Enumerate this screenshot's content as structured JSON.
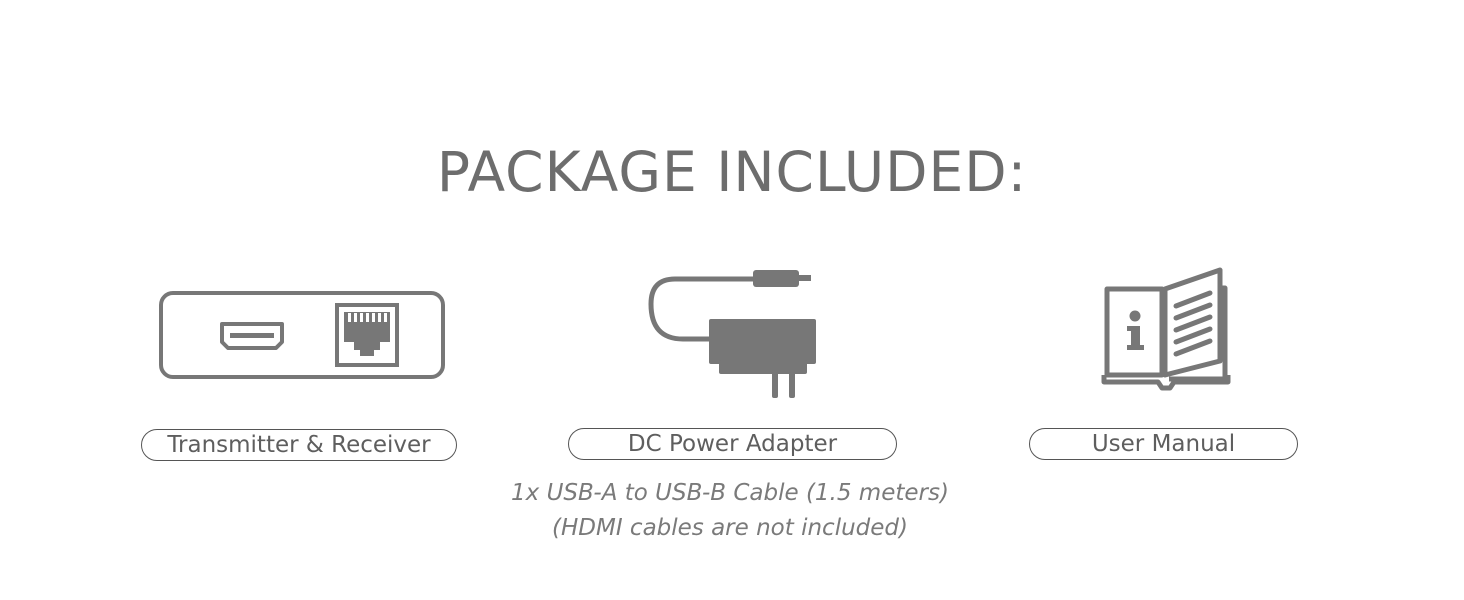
{
  "title": "PACKAGE INCLUDED:",
  "items": [
    {
      "label": "Transmitter & Receiver",
      "icon": "transmitter-receiver-icon"
    },
    {
      "label": "DC Power Adapter",
      "icon": "power-adapter-icon"
    },
    {
      "label": "User Manual",
      "icon": "user-manual-icon"
    }
  ],
  "notes": [
    "1x USB-A to USB-B Cable (1.5 meters)",
    "(HDMI cables are not included)"
  ],
  "colors": {
    "icon": "#777777",
    "text": "#6b6b6b",
    "background": "#ffffff"
  }
}
